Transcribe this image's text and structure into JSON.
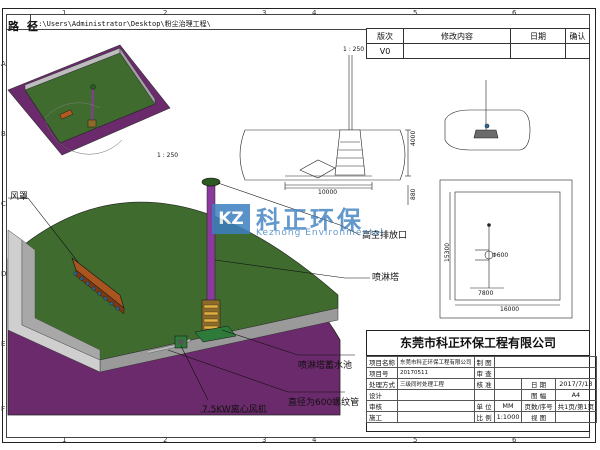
{
  "drawing": {
    "path_label": "路 径",
    "path_value": "C:\\Users\\Administrator\\Desktop\\粉尘治理工程\\",
    "ruler_top": [
      "1",
      "2",
      "3",
      "4",
      "5",
      "6"
    ],
    "ruler_left": [
      "A",
      "B",
      "C",
      "D",
      "E",
      "F"
    ]
  },
  "revision": {
    "headers": [
      "版次",
      "修改内容",
      "日期",
      "确认"
    ],
    "row": [
      "V0",
      "",
      "",
      ""
    ]
  },
  "scales": {
    "scale_a": "1 : 250",
    "scale_b": "1 : 250"
  },
  "dimensions": {
    "d1": "10000",
    "d2": "4000",
    "d3": "880",
    "d4": "15300",
    "d5": "7800",
    "d6": "16000",
    "d7": "Φ600"
  },
  "callouts": {
    "fan_hood": "风罩",
    "outlet": "高空排放口",
    "spray_tower": "喷淋塔",
    "spray_pool": "喷淋塔蓄水池",
    "duct": "直径为600螺纹管",
    "fan": "7.5KW离心风机"
  },
  "logo": {
    "badge": "KZ",
    "name_cn": "科正环保",
    "name_en": "Kezhong Environmental"
  },
  "title_block": {
    "company": "东莞市科正环保工程有限公司",
    "rows": [
      {
        "k1": "项目名称",
        "v1": "东莞市科正环保工程有限公司",
        "k2": "制 图",
        "v2": ""
      },
      {
        "k1": "项目号",
        "v1": "20170511",
        "k2": "审 查",
        "v2": ""
      },
      {
        "k1": "处理方式",
        "v1": "三级同时处理工程",
        "k2": "核 准",
        "v2": "日 期",
        "v3": "2017/7/13"
      },
      {
        "k1": "设计",
        "v1": "",
        "k2": "",
        "v2": "图 幅",
        "v3": "A4"
      },
      {
        "k1": "审核",
        "v1": "",
        "k2": "单 位",
        "v2": "MM",
        "v2b": "页数/序号",
        "v3": "共1页/第1页"
      },
      {
        "k1": "施工",
        "v1": "",
        "k2": "比 例",
        "v2": "1:1000",
        "v2b": "视 图",
        "v3": ""
      }
    ]
  },
  "colors": {
    "field_green": "#3f6b2f",
    "base_purple": "#6b2a6b",
    "wall_grey": "#9a9a9a",
    "stack_purple": "#8a3a9a",
    "logo_blue": "#3d7fc0"
  }
}
